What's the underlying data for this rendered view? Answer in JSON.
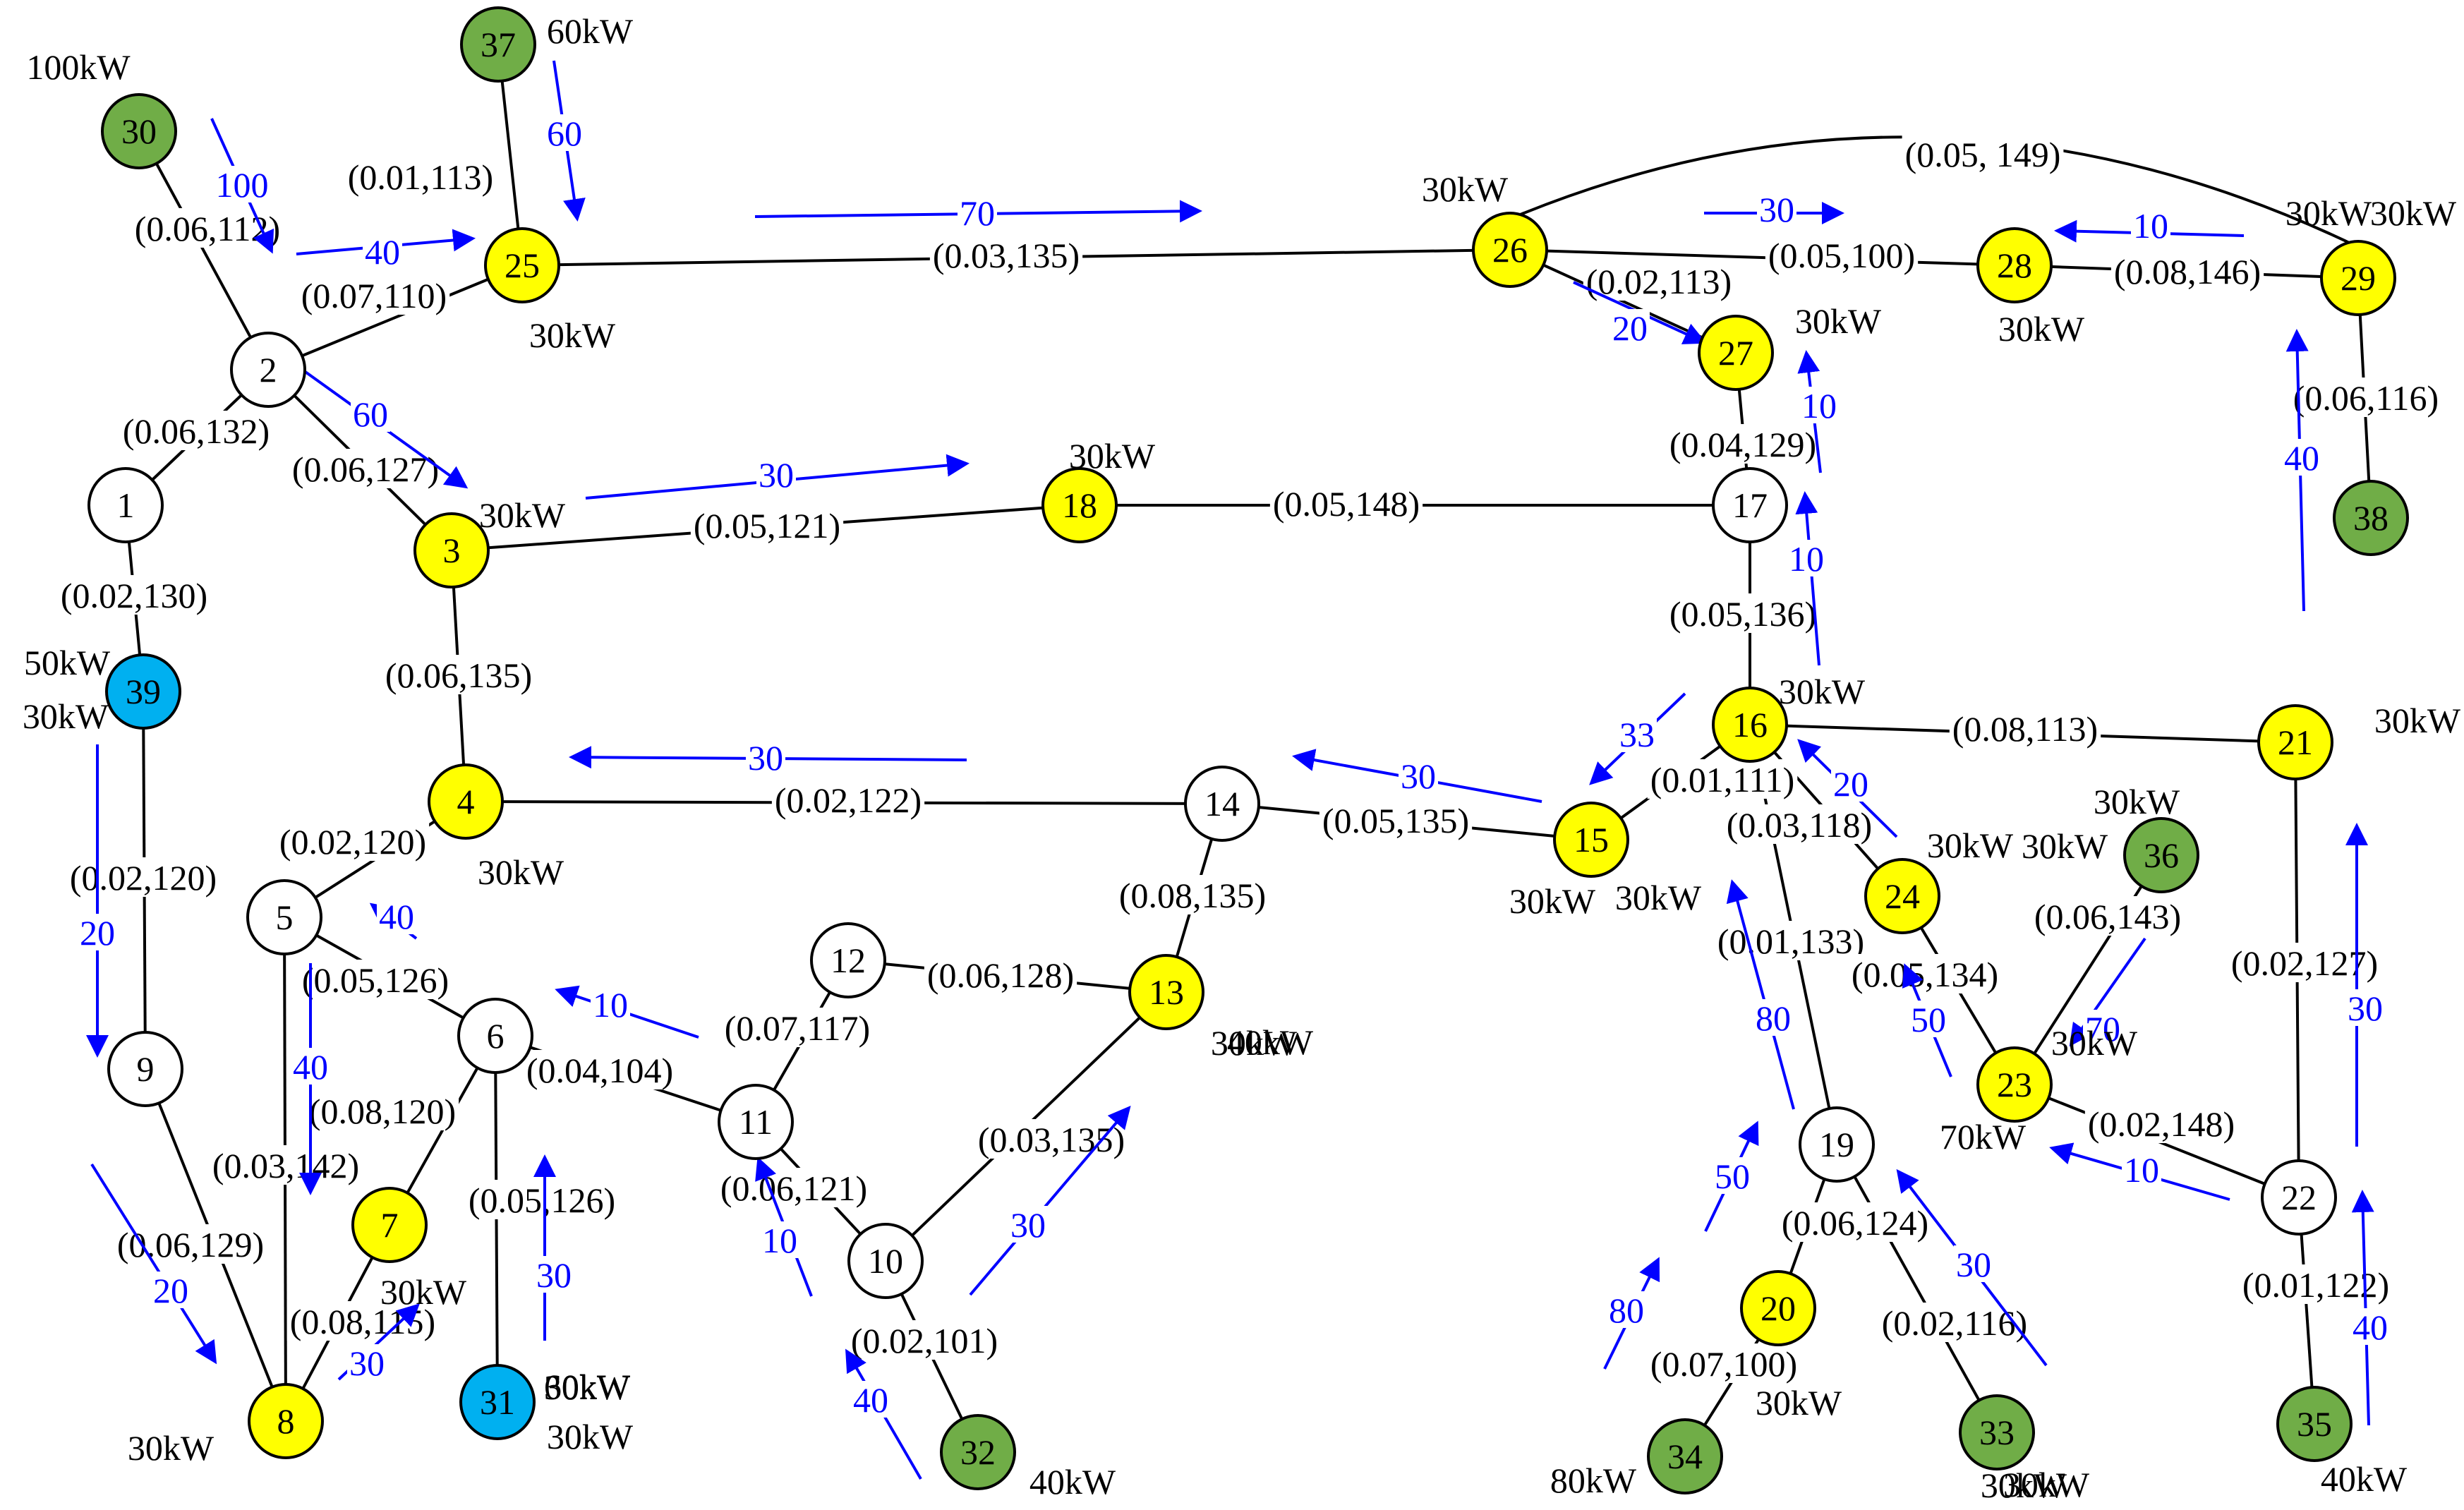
{
  "colors": {
    "white": "#ffffff",
    "yellow": "#ffff00",
    "green": "#70ad47",
    "blue": "#00b0f0",
    "arrow": "#0000ff"
  },
  "nodes": [
    {
      "id": "1",
      "fill": "white"
    },
    {
      "id": "2",
      "fill": "white"
    },
    {
      "id": "3",
      "fill": "yellow"
    },
    {
      "id": "4",
      "fill": "yellow"
    },
    {
      "id": "5",
      "fill": "white"
    },
    {
      "id": "6",
      "fill": "white"
    },
    {
      "id": "7",
      "fill": "yellow"
    },
    {
      "id": "8",
      "fill": "yellow"
    },
    {
      "id": "9",
      "fill": "white"
    },
    {
      "id": "10",
      "fill": "white"
    },
    {
      "id": "11",
      "fill": "white"
    },
    {
      "id": "12",
      "fill": "white"
    },
    {
      "id": "13",
      "fill": "yellow"
    },
    {
      "id": "14",
      "fill": "white"
    },
    {
      "id": "15",
      "fill": "yellow"
    },
    {
      "id": "16",
      "fill": "yellow"
    },
    {
      "id": "17",
      "fill": "white"
    },
    {
      "id": "18",
      "fill": "yellow"
    },
    {
      "id": "19",
      "fill": "white"
    },
    {
      "id": "20",
      "fill": "yellow"
    },
    {
      "id": "21",
      "fill": "yellow"
    },
    {
      "id": "22",
      "fill": "white"
    },
    {
      "id": "23",
      "fill": "yellow"
    },
    {
      "id": "24",
      "fill": "yellow"
    },
    {
      "id": "25",
      "fill": "yellow"
    },
    {
      "id": "26",
      "fill": "yellow"
    },
    {
      "id": "27",
      "fill": "yellow"
    },
    {
      "id": "28",
      "fill": "yellow"
    },
    {
      "id": "29",
      "fill": "yellow"
    },
    {
      "id": "30",
      "fill": "green"
    },
    {
      "id": "31",
      "fill": "blue"
    },
    {
      "id": "32",
      "fill": "green"
    },
    {
      "id": "33",
      "fill": "green"
    },
    {
      "id": "34",
      "fill": "green"
    },
    {
      "id": "35",
      "fill": "green"
    },
    {
      "id": "36",
      "fill": "green"
    },
    {
      "id": "37",
      "fill": "green"
    },
    {
      "id": "38",
      "fill": "green"
    },
    {
      "id": "39",
      "fill": "blue"
    }
  ],
  "edges": [
    {
      "from": "30",
      "to": "2",
      "label": "(0.06,112)"
    },
    {
      "from": "37",
      "to": "25",
      "label": "(0.01,113)"
    },
    {
      "from": "2",
      "to": "25",
      "label": "(0.07,110)"
    },
    {
      "from": "25",
      "to": "26",
      "label": "(0.03,135)"
    },
    {
      "from": "26",
      "to": "29",
      "label": "(0.05, 149)"
    },
    {
      "from": "26",
      "to": "28",
      "label": "(0.05,100)"
    },
    {
      "from": "26",
      "to": "27",
      "label": "(0.02,113)"
    },
    {
      "from": "28",
      "to": "29",
      "label": "(0.08,146)"
    },
    {
      "from": "29",
      "to": "38",
      "label": "(0.06,116)"
    },
    {
      "from": "27",
      "to": "17",
      "label": "(0.04,129)"
    },
    {
      "from": "2",
      "to": "1",
      "label": "(0.06,132)"
    },
    {
      "from": "2",
      "to": "3",
      "label": "(0.06,127)"
    },
    {
      "from": "3",
      "to": "18",
      "label": "(0.05,121)"
    },
    {
      "from": "18",
      "to": "17",
      "label": "(0.05,148)"
    },
    {
      "from": "1",
      "to": "39",
      "label": "(0.02,130)"
    },
    {
      "from": "3",
      "to": "4",
      "label": "(0.06,135)"
    },
    {
      "from": "17",
      "to": "16",
      "label": "(0.05,136)"
    },
    {
      "from": "16",
      "to": "21",
      "label": "(0.08,113)"
    },
    {
      "from": "4",
      "to": "14",
      "label": "(0.02,122)"
    },
    {
      "from": "14",
      "to": "15",
      "label": "(0.05,135)"
    },
    {
      "from": "16",
      "to": "15",
      "label": "(0.01,111)"
    },
    {
      "from": "16",
      "to": "24",
      "label": "(0.03,118)"
    },
    {
      "from": "16",
      "to": "19",
      "label": "(0.01,133)"
    },
    {
      "from": "4",
      "to": "5",
      "label": "(0.02,120)"
    },
    {
      "from": "39",
      "to": "9",
      "label": "(0.02,120)"
    },
    {
      "from": "14",
      "to": "13",
      "label": "(0.08,135)"
    },
    {
      "from": "12",
      "to": "13",
      "label": "(0.06,128)"
    },
    {
      "from": "5",
      "to": "6",
      "label": "(0.05,126)"
    },
    {
      "from": "5",
      "to": "8",
      "label": "(0.03,142)"
    },
    {
      "from": "6",
      "to": "11",
      "label": "(0.04,104)"
    },
    {
      "from": "12",
      "to": "11",
      "label": "(0.07,117)"
    },
    {
      "from": "6",
      "to": "7",
      "label": "(0.08,120)"
    },
    {
      "from": "6",
      "to": "31",
      "label": "(0.05,126)"
    },
    {
      "from": "9",
      "to": "8",
      "label": "(0.06,129)"
    },
    {
      "from": "7",
      "to": "8",
      "label": "(0.08,115)"
    },
    {
      "from": "11",
      "to": "10",
      "label": "(0.06,121)"
    },
    {
      "from": "13",
      "to": "10",
      "label": "(0.03,135)"
    },
    {
      "from": "10",
      "to": "32",
      "label": "(0.02,101)"
    },
    {
      "from": "24",
      "to": "23",
      "label": "(0.05,134)"
    },
    {
      "from": "36",
      "to": "23",
      "label": "(0.06,143)"
    },
    {
      "from": "23",
      "to": "22",
      "label": "(0.02,148)"
    },
    {
      "from": "21",
      "to": "22",
      "label": "(0.02,127)"
    },
    {
      "from": "22",
      "to": "35",
      "label": "(0.01,122)"
    },
    {
      "from": "19",
      "to": "20",
      "label": "(0.06,124)"
    },
    {
      "from": "19",
      "to": "33",
      "label": "(0.02,116)"
    },
    {
      "from": "20",
      "to": "34",
      "label": "(0.07,100)"
    }
  ],
  "power_labels": [
    "100kW",
    "60kW",
    "30kW",
    "30kW",
    "30kW",
    "30kW",
    "30kW",
    "30kW",
    "30kW",
    "30kW",
    "30kW",
    "50kW",
    "30kW",
    "40kW",
    "30kW",
    "30kW",
    "30kW",
    "70kW",
    "30kW",
    "30kW",
    "30kW",
    "30kW",
    "30kW",
    "30kW",
    "30kW",
    "30kW",
    "30kW",
    "60kW",
    "30kW",
    "40kW",
    "30kW",
    "80kW",
    "30kW",
    "40kW",
    "30kW"
  ],
  "flows": [
    {
      "label": "100"
    },
    {
      "label": "60"
    },
    {
      "label": "40"
    },
    {
      "label": "60"
    },
    {
      "label": "70"
    },
    {
      "label": "30"
    },
    {
      "label": "10"
    },
    {
      "label": "20"
    },
    {
      "label": "30"
    },
    {
      "label": "10"
    },
    {
      "label": "40"
    },
    {
      "label": "10"
    },
    {
      "label": "30"
    },
    {
      "label": "30"
    },
    {
      "label": "33"
    },
    {
      "label": "20"
    },
    {
      "label": "20"
    },
    {
      "label": "40"
    },
    {
      "label": "40"
    },
    {
      "label": "10"
    },
    {
      "label": "30"
    },
    {
      "label": "20"
    },
    {
      "label": "30"
    },
    {
      "label": "10"
    },
    {
      "label": "30"
    },
    {
      "label": "40"
    },
    {
      "label": "80"
    },
    {
      "label": "50"
    },
    {
      "label": "70"
    },
    {
      "label": "30"
    },
    {
      "label": "10"
    },
    {
      "label": "50"
    },
    {
      "label": "30"
    },
    {
      "label": "80"
    },
    {
      "label": "40"
    }
  ]
}
